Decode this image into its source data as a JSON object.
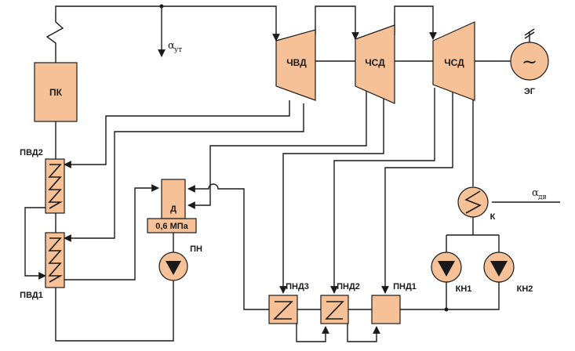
{
  "labels": {
    "pk": "ПК",
    "pvd2": "ПВД2",
    "pvd1": "ПВД1",
    "deaerator": "Д",
    "deaerator_pressure": "0,6 МПа",
    "pn": "ПН",
    "chvd": "ЧВД",
    "chsd1": "ЧСД",
    "chsd2": "ЧСД",
    "generator": "ЭГ",
    "condenser": "К",
    "kn1": "КН1",
    "kn2": "КН2",
    "pnd3": "ПНД3",
    "pnd2": "ПНД2",
    "pnd1": "ПНД1",
    "alpha_ut_symbol": "α",
    "alpha_ut_sub": "ут",
    "alpha_dv_symbol": "α",
    "alpha_dv_sub": "дв",
    "generator_symbol": "~"
  },
  "colors": {
    "equipment_fill": "#f6c197",
    "line": "#1a1a1a",
    "background": "#ffffff"
  },
  "icons": {
    "pump": "pump-triangle-icon",
    "generator": "sine-wave-icon",
    "heat_exchanger": "zigzag-coil-icon",
    "ground": "ground-hatch-icon"
  }
}
